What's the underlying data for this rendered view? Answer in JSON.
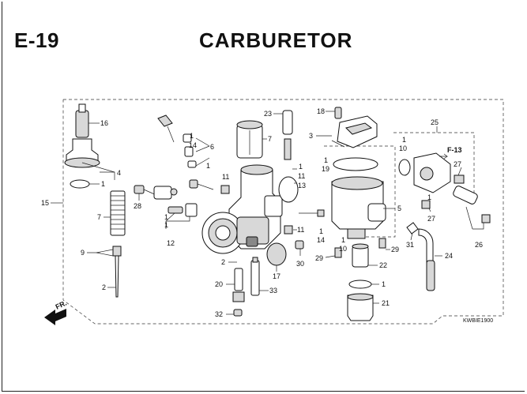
{
  "header": {
    "section_code": "E-19",
    "title": "CARBURETOR"
  },
  "footer": {
    "reference_code": "KWBIE1900"
  },
  "direction_marker": "FR.",
  "cross_reference": "F-13",
  "callouts": {
    "c1": "1",
    "c2": "2",
    "c3": "3",
    "c4": "4",
    "c5": "5",
    "c6": "6",
    "c7": "7",
    "c9": "9",
    "c10": "10",
    "c11": "11",
    "c12": "12",
    "c13": "13",
    "c14": "14",
    "c15": "15",
    "c16": "16",
    "c17": "17",
    "c18": "18",
    "c19": "19",
    "c20": "20",
    "c21": "21",
    "c22": "22",
    "c23": "23",
    "c24": "24",
    "c25": "25",
    "c26": "26",
    "c27": "27",
    "c28": "28",
    "c29": "29",
    "c30": "30",
    "c31": "31",
    "c32": "32",
    "c33": "33"
  }
}
